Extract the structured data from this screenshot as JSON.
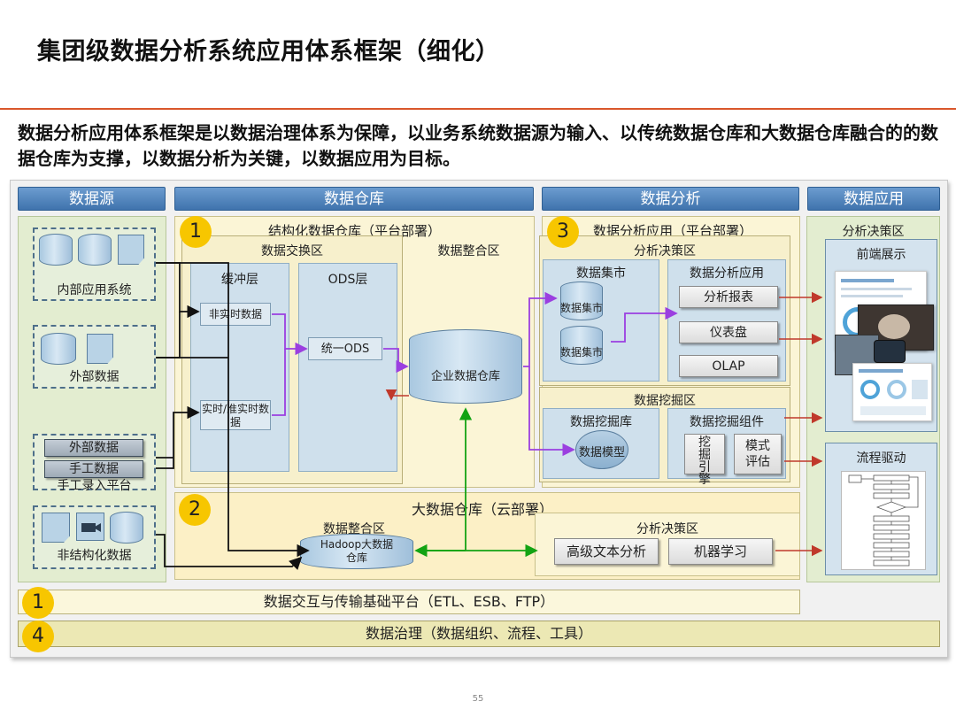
{
  "title": "集团级数据分析系统应用体系框架（细化）",
  "description": "数据分析应用体系框架是以数据治理体系为保障，以业务系统数据源为输入、以传统数据仓库和大数据仓库融合的的数据仓库为支撑，以数据分析为关键，以数据应用为目标。",
  "headers": {
    "source": "数据源",
    "warehouse": "数据仓库",
    "analysis": "数据分析",
    "application": "数据应用"
  },
  "sources": {
    "internal": "内部应用系统",
    "external": "外部数据",
    "manual_box1": "外部数据",
    "manual_box2": "手工数据",
    "manual_platform": "手工录入平台",
    "unstructured": "非结构化数据"
  },
  "structured_dw": {
    "title": "结构化数据仓库（平台部署）",
    "exchange": "数据交换区",
    "integration": "数据整合区",
    "buffer": "缓冲层",
    "non_realtime": "非实时数据",
    "realtime": "实时/准实时数据",
    "ods_layer": "ODS层",
    "unified_ods": "统一ODS",
    "enterprise_dw": "企业数据仓库"
  },
  "bigdata_dw": {
    "title": "大数据仓库（云部署）",
    "integration": "数据整合区",
    "hadoop": "Hadoop大数据仓库",
    "decision": "分析决策区",
    "text_analysis": "高级文本分析",
    "ml": "机器学习"
  },
  "analysis_app": {
    "title": "数据分析应用（平台部署）",
    "decision": "分析决策区",
    "mart": "数据集市",
    "mart1": "数据集市",
    "mart2": "数据集市",
    "da_app": "数据分析应用",
    "report": "分析报表",
    "dashboard": "仪表盘",
    "olap": "OLAP",
    "mining": "数据挖掘区",
    "mining_lib": "数据挖掘库",
    "model": "数据模型",
    "mining_comp": "数据挖掘组件",
    "mining_engine": "挖掘引擎",
    "eval": "模式评估"
  },
  "application": {
    "decision": "分析决策区",
    "frontend": "前端展示",
    "process": "流程驱动"
  },
  "badges": {
    "b1": "1",
    "b3": "3",
    "b2": "2",
    "b1b": "1",
    "b4": "4"
  },
  "bars": {
    "transfer": "数据交互与传输基础平台（ETL、ESB、FTP）",
    "governance": "数据治理（数据组织、流程、工具）"
  },
  "page_number": "55",
  "colors": {
    "accent_rule": "#d9572b",
    "header_blue": "#3f73ad",
    "arrow_purple": "#9b3fe0",
    "arrow_green": "#13a313",
    "arrow_red": "#c0392b",
    "badge_yellow": "#f7c600"
  }
}
